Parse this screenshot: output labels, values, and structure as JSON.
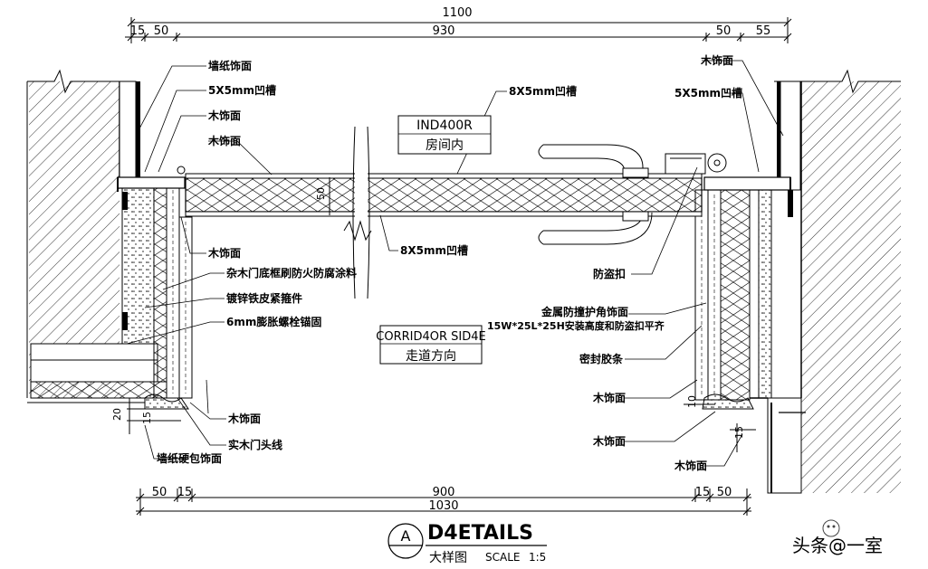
{
  "dimensions": {
    "top_total": "1100",
    "top_segments": [
      "15",
      "50",
      "930",
      "50",
      "55"
    ],
    "bottom_total": "1030",
    "bottom_segments": [
      "50",
      "15",
      "900",
      "15",
      "50"
    ],
    "side_left_1": "20",
    "side_left_2": "15",
    "side_right_1": "10",
    "side_right_2": "15",
    "panel_thickness": "50"
  },
  "rooms": {
    "inside_en": "IND400R",
    "inside_cn": "房间内",
    "corridor_en": "CORRID4OR SID4E",
    "corridor_cn": "走道方向"
  },
  "labels": {
    "wallpaper_finish": "墙纸饰面",
    "groove_5x5_left": "5X5mm凹槽",
    "wood_finish_1": "木饰面",
    "wood_finish_2": "木饰面",
    "groove_8x5_top": "8X5mm凹槽",
    "wood_finish_right_top": "木饰面",
    "groove_5x5_right": "5X5mm凹槽",
    "wood_finish_3": "木饰面",
    "frame_coating": "杂木门底框刷防火防腐涂料",
    "galvanized_fastener": "镀锌铁皮紧箍件",
    "expansion_bolt": "6mm膨胀螺栓锚固",
    "groove_8x5_bottom": "8X5mm凹槽",
    "anti_theft_buckle": "防盗扣",
    "metal_guard": "金属防撞护角饰面",
    "guard_spec": "15W*25L*25H安装高度和防盗扣平齐",
    "sealing_strip": "密封胶条",
    "wood_finish_right_1": "木饰面",
    "wood_finish_right_2": "木饰面",
    "wood_finish_right_3": "木饰面",
    "wood_finish_left_bottom": "木饰面",
    "solid_door_trim": "实木门头线",
    "wallpaper_hard_pack": "墙纸硬包饰面"
  },
  "title_block": {
    "circle_letter": "A",
    "title": "D4ETAILS",
    "subtitle_cn": "大样图",
    "scale_label": "SCALE",
    "scale_value": "1:5"
  },
  "watermark": {
    "text": "头条@一室"
  }
}
